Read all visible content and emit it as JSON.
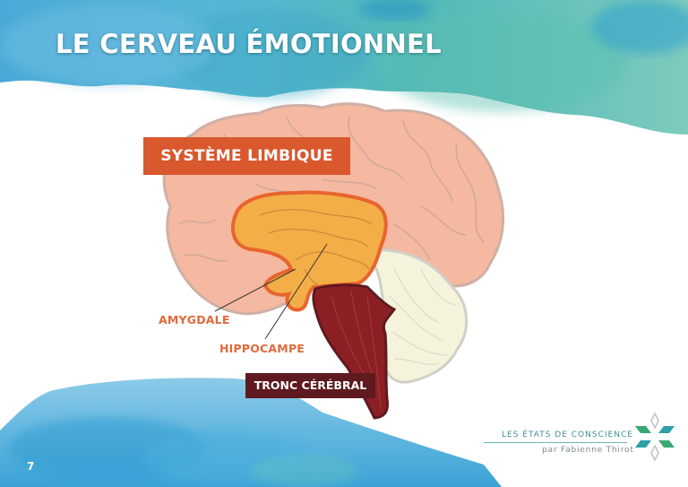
{
  "slide": {
    "title": "LE CERVEAU ÉMOTIONNEL",
    "page_number": "7"
  },
  "diagram": {
    "section_label": "SYSTÈME LIMBIQUE",
    "labels": {
      "amygdala": "AMYGDALE",
      "hippocampus": "HIPPOCAMPE",
      "brainstem": "TRONC CÉRÉBRAL"
    },
    "colors": {
      "cortex": "#f5b8a0",
      "cortex_lines": "#c9a79c",
      "limbic_fill": "#f3ae47",
      "limbic_outline": "#e8642e",
      "brainstem": "#8c1f24",
      "brainstem_outline": "#5e1a1f",
      "cerebellum": "#f6f3dd",
      "section_label_bg": "#d9582e",
      "brainstem_label_bg": "#5e1a1f",
      "label_text": "#e06a3a"
    }
  },
  "branding": {
    "name": "LES ÉTATS DE CONSCIENCE",
    "author": "par Fabienne Thirot",
    "colors": {
      "green": "#3aa872",
      "teal": "#2f9fa8",
      "outline": "#b9c4c6"
    }
  },
  "background": {
    "top_wash_colors": [
      "#4aa9d8",
      "#3fb4c2",
      "#6cc4b4"
    ],
    "bottom_wash_colors": [
      "#3aa3d6",
      "#56b8e0"
    ]
  }
}
